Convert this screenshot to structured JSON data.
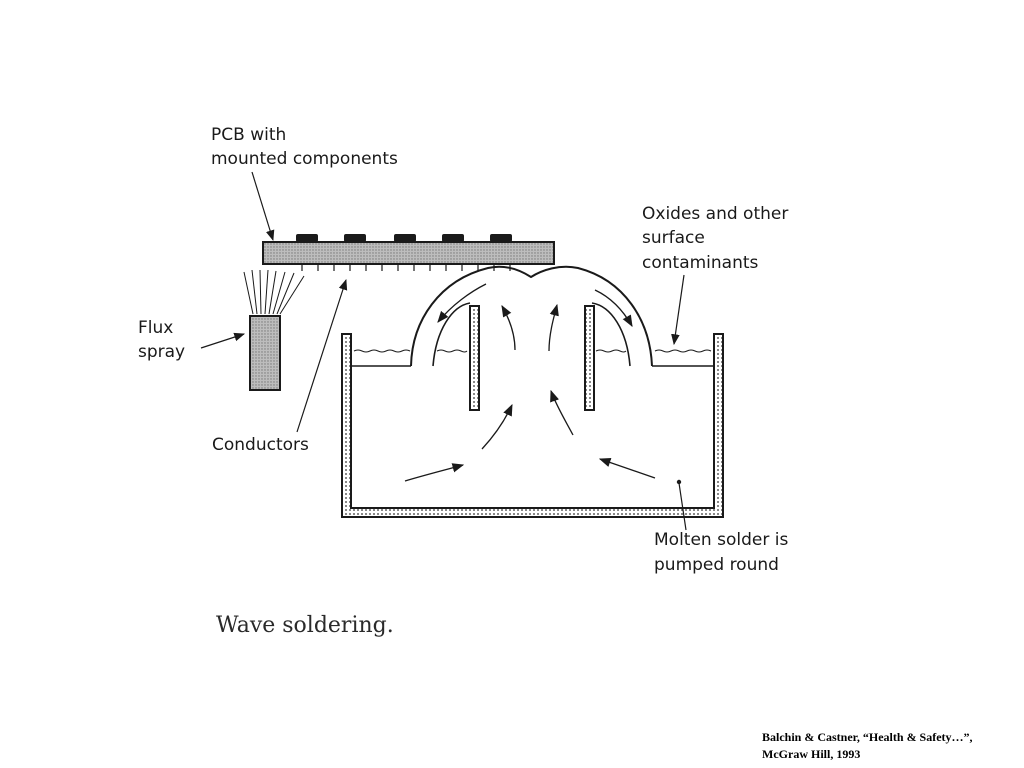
{
  "labels": {
    "pcb": [
      "PCB with",
      "mounted components"
    ],
    "oxides": [
      "Oxides and other",
      "surface",
      "contaminants"
    ],
    "flux": [
      "Flux",
      "spray"
    ],
    "conductors": "Conductors",
    "molten": [
      "Molten solder is",
      "pumped round"
    ]
  },
  "caption": "Wave soldering.",
  "citation": [
    "Balchin & Castner, “Health & Safety…”,",
    "McGraw Hill, 1993"
  ],
  "colors": {
    "ink": "#1a1a1a",
    "pcb_fill": "#b8b8b8",
    "flux_fill": "#c4c4c4"
  }
}
